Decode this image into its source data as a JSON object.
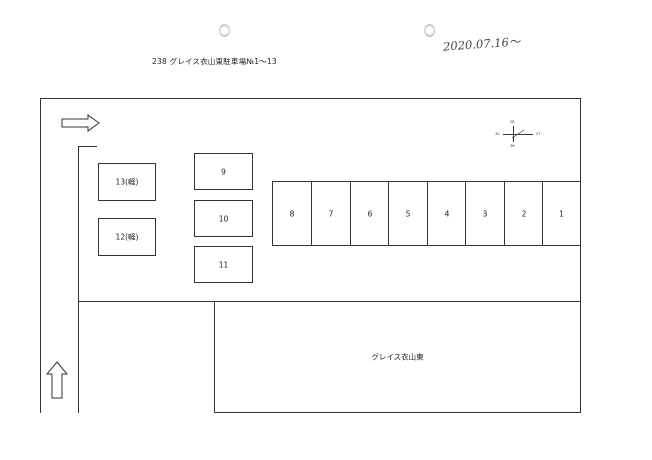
{
  "header": {
    "title": "238 グレイス衣山東駐車場№1〜13",
    "date": "2020.07.16〜"
  },
  "spaces": {
    "row": [
      "8",
      "7",
      "6",
      "5",
      "4",
      "3",
      "2",
      "1"
    ],
    "s9": "9",
    "s10": "10",
    "s11": "11",
    "s13": "13(軽)",
    "s12": "12(軽)"
  },
  "building": {
    "name": "グレイス衣山東"
  },
  "compass": {
    "n": "28",
    "w": "30",
    "e": "27",
    "s": "36"
  }
}
